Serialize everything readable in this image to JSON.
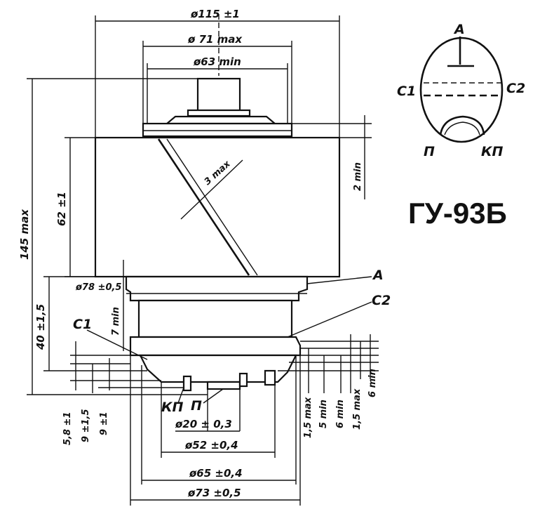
{
  "title": "ГУ-93Б",
  "symbol": {
    "anode": "А",
    "grid1": "С1",
    "grid2": "С2",
    "filament": "П",
    "cathode_filament": "КП"
  },
  "dimensions": {
    "d115": "ø115 ±1",
    "d71": "ø 71 max",
    "d63": "ø63 min",
    "d78": "ø78 ±0,5",
    "d20": "ø20 ± 0,3",
    "d52": "ø52 ±0,4",
    "d65": "ø65 ±0,4",
    "d73": "ø73 ±0,5",
    "h145": "145 max",
    "h62": "62 ±1",
    "h40": "40 ±1,5",
    "h7": "7 min",
    "h2": "2 min",
    "fin": "3 max",
    "h58": "5,8 ±1",
    "h9a": "9 ±1,5",
    "h9b": "9 ±1",
    "h15a": "1,5 max",
    "h5": "5 min",
    "h6a": "6 min",
    "h15b": "1,5 max",
    "h6b": "6 min"
  },
  "leaders": {
    "anode": "А",
    "grid1": "С1",
    "grid2": "С2",
    "cathode_filament": "КП",
    "filament": "П"
  }
}
